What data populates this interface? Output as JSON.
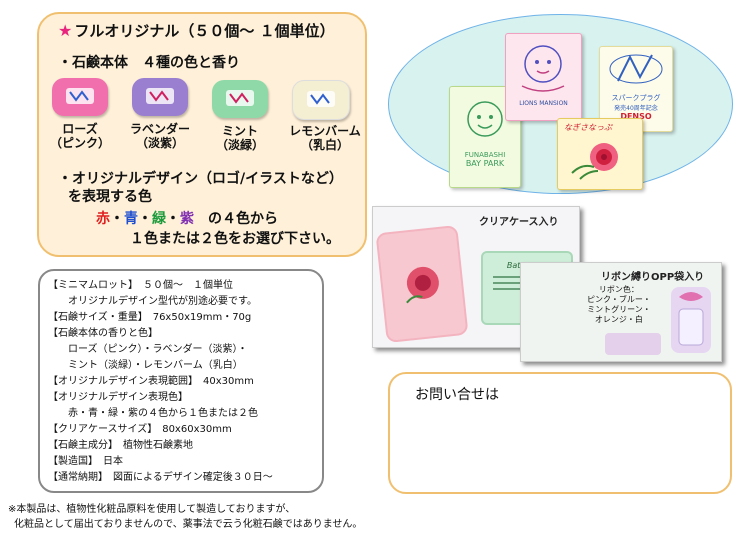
{
  "header": {
    "title": "フルオリジナル（５０個～ １個単位）"
  },
  "soap_section": {
    "heading": "・石鹸本体　４種の色と香り",
    "variants": [
      {
        "name": "ローズ",
        "sub": "（ピンク）",
        "color": "#f06aa8"
      },
      {
        "name": "ラベンダー",
        "sub": "（淡紫）",
        "color": "#9a7fd1"
      },
      {
        "name": "ミント",
        "sub": "（淡緑）",
        "color": "#8fd9a8"
      },
      {
        "name": "レモンバーム",
        "sub": "（乳白）",
        "color": "#f4eed2"
      }
    ]
  },
  "design_section": {
    "line1": "・オリジナルデザイン（ロゴ/イラストなど）",
    "line2": "を表現する色",
    "colors": [
      {
        "label": "赤",
        "color": "#e02020"
      },
      {
        "label": "青",
        "color": "#2050d0"
      },
      {
        "label": "緑",
        "color": "#1a9a3a"
      },
      {
        "label": "紫",
        "color": "#8030b0"
      }
    ],
    "colors_suffix": "の４色から",
    "line4": "１色または２色をお選び下さい。"
  },
  "samples": {
    "card1_text1": "FUNABASHI",
    "card1_text2": "BAY PARK",
    "card2_text": "LIONS MANSION",
    "card3_text1": "スパークプラグ",
    "card3_text2": "発売40周年記念",
    "card3_text3": "DENSO",
    "card4_text": "なぎさなっぷ"
  },
  "specs": [
    {
      "label": "【ミニマムロット】",
      "value": "　５０個～　１個単位"
    },
    {
      "label": "",
      "value": "　　オリジナルデザイン型代が別途必要です。"
    },
    {
      "label": "【石鹸サイズ・重量】",
      "value": "　76x50x19mm・70g"
    },
    {
      "label": "【石鹸本体の香りと色】",
      "value": ""
    },
    {
      "label": "",
      "value": "　　ローズ（ピンク）・ラベンダー（淡紫）・"
    },
    {
      "label": "",
      "value": "　　ミント（淡緑）・レモンバーム（乳白）"
    },
    {
      "label": "【オリジナルデザイン表現範囲】",
      "value": "　40x30mm"
    },
    {
      "label": "【オリジナルデザイン表現色】",
      "value": ""
    },
    {
      "label": "",
      "value": "　　赤・青・緑・紫の４色から１色または２色"
    },
    {
      "label": "【クリアケースサイズ】",
      "value": "　80x60x30mm"
    },
    {
      "label": "【石鹸主成分】",
      "value": "　植物性石鹸素地"
    },
    {
      "label": "【製造国】",
      "value": "　日本"
    },
    {
      "label": "【通常納期】",
      "value": "　図面によるデザイン確定後３０日～"
    }
  ],
  "photos": {
    "clear_case_label": "クリアケース入り",
    "clear_case_soap_text": "Bath Mine",
    "ribbon_label": "リボン縛りOPP袋入り",
    "ribbon_colors": [
      "リボン色：",
      "ピンク・ブルー・",
      "ミントグリーン・",
      "オレンジ・白"
    ]
  },
  "contact": {
    "title": "お問い合せは"
  },
  "footnote": {
    "line1": "※本製品は、植物性化粧品原料を使用して製造しておりますが、",
    "line2": "化粧品として届出ておりませんので、薬事法で云う化粧石鹸ではありません。"
  }
}
